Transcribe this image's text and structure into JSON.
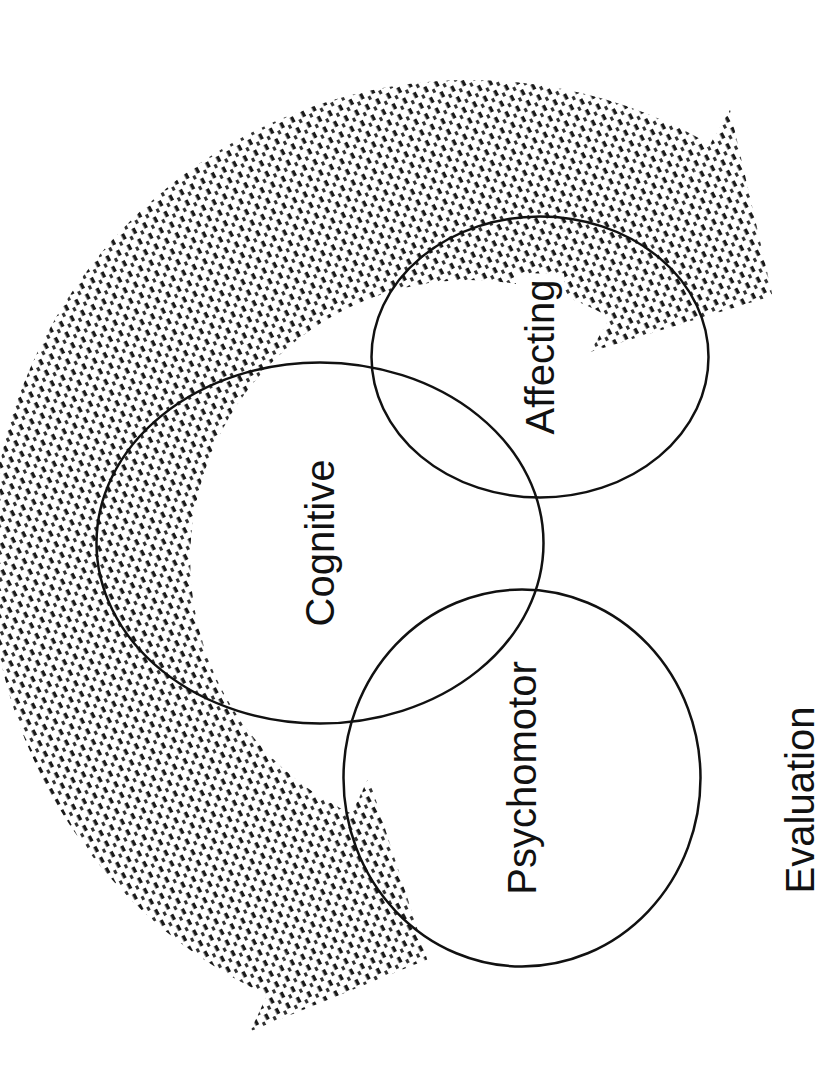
{
  "diagram": {
    "nodes": [
      {
        "text": [
          "Cognitive"
        ]
      },
      {
        "text": [
          "Affecting"
        ]
      },
      {
        "text": [
          "Psychomotor"
        ]
      }
    ],
    "labels": [
      "Evaluation"
    ]
  }
}
